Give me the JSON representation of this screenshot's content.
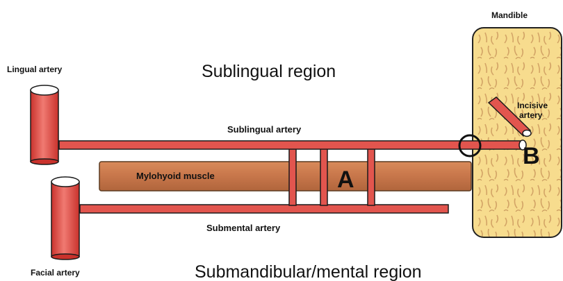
{
  "labels": {
    "lingual_artery": "Lingual artery",
    "facial_artery": "Facial artery",
    "mandible": "Mandible",
    "sublingual_region": "Sublingual region",
    "submandibular_region": "Submandibular/mental region",
    "sublingual_artery": "Sublingual artery",
    "mylohyoid_muscle": "Mylohyoid muscle",
    "submental_artery": "Submental artery",
    "incisive_artery_line1": "Incisive",
    "incisive_artery_line2": "artery",
    "marker_a": "A",
    "marker_b": "B"
  },
  "colors": {
    "artery_fill": "#e2554e",
    "artery_stroke": "#1a1a1a",
    "muscle_fill": "#c8774a",
    "bone_fill": "#f7d98a",
    "bone_texture": "#d9a86a",
    "text": "#111111"
  },
  "icons": [
    "lingual-artery-cylinder",
    "facial-artery-cylinder",
    "anastomosis-circle"
  ]
}
